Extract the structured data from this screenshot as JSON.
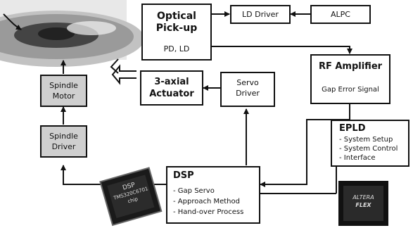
{
  "blocks": {
    "optical_pickup": {
      "title_line1": "Optical",
      "title_line2": "Pick-up",
      "sub": "PD, LD"
    },
    "ld_driver": {
      "label": "LD Driver"
    },
    "alpc": {
      "label": "ALPC"
    },
    "rf_amplifier": {
      "title": "RF Amplifier",
      "sub": "Gap Error Signal"
    },
    "actuator": {
      "line1": "3-axial",
      "line2": "Actuator"
    },
    "servo_driver": {
      "line1": "Servo",
      "line2": "Driver"
    },
    "spindle_motor": {
      "line1": "Spindle",
      "line2": "Motor"
    },
    "spindle_driver": {
      "line1": "Spindle",
      "line2": "Driver"
    },
    "epld": {
      "title": "EPLD",
      "items": [
        "- System Setup",
        "- System Control",
        "- Interface"
      ]
    },
    "dsp": {
      "title": "DSP",
      "items": [
        "- Gap Servo",
        "- Approach Method",
        "- Hand-over Process"
      ]
    }
  },
  "chip_images": {
    "dsp_chip": {
      "line1": "DSP",
      "line2": "TMS320C6701",
      "line3": "chip"
    },
    "altera_chip": {
      "line1": "ALTERA",
      "line2": "FLEX"
    }
  },
  "colors": {
    "line": "#111111",
    "shaded_block": "#cfcfcf",
    "chip": "#1a1a1a"
  }
}
